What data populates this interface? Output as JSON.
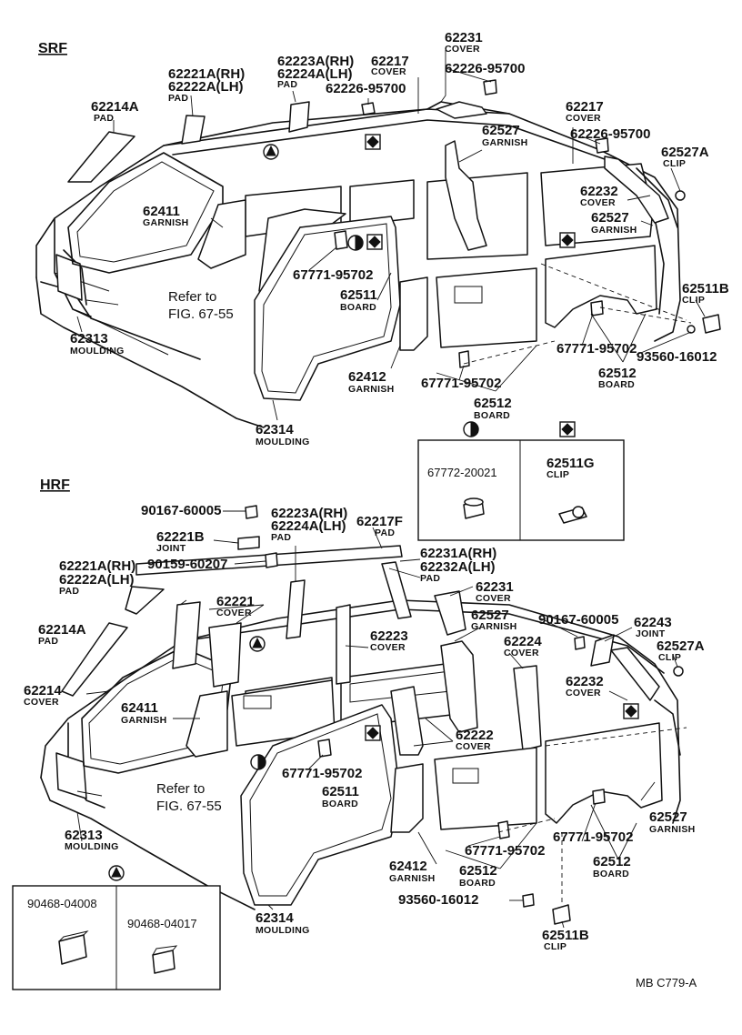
{
  "srf": {
    "section_label": "SRF",
    "labels": {
      "p62231": "62231",
      "p62231_sub": "COVER",
      "p62226_a": "62226-95700",
      "p62217_top": "62217",
      "p62217_top_sub": "COVER",
      "p62223A": "62223A(RH)",
      "p62224A": "62224A(LH)",
      "p62223A_sub": "PAD",
      "p62226_b": "62226-95700",
      "p62221A": "62221A(RH)",
      "p62222A": "62222A(LH)",
      "p62221A_sub": "PAD",
      "p62214A": "62214A",
      "p62214A_sub": "PAD",
      "p62527": "62527",
      "p62527_sub": "GARNISH",
      "p62217_r": "62217",
      "p62217_r_sub": "COVER",
      "p62226_c": "62226-95700",
      "p62527A": "62527A",
      "p62527A_sub": "CLIP",
      "p62232": "62232",
      "p62232_sub": "COVER",
      "p62527_b": "62527",
      "p62527_b_sub": "GARNISH",
      "p62411": "62411",
      "p62411_sub": "GARNISH",
      "p67771_a": "67771-95702",
      "p62511": "62511",
      "p62511_sub": "BOARD",
      "p62511B": "62511B",
      "p62511B_sub": "CLIP",
      "refer1": "Refer to",
      "refer2": "FIG. 67-55",
      "p62313": "62313",
      "p62313_sub": "MOULDING",
      "p67771_b": "67771-95702",
      "p93560": "93560-16012",
      "p62512_r": "62512",
      "p62512_r_sub": "BOARD",
      "p62412": "62412",
      "p62412_sub": "GARNISH",
      "p67771_c": "67771-95702",
      "p62512_b": "62512",
      "p62512_b_sub": "BOARD",
      "p62314": "62314",
      "p62314_sub": "MOULDING"
    }
  },
  "inset_mid": {
    "left_code": "67772-20021",
    "right_code": "62511G",
    "right_sub": "CLIP"
  },
  "hrf": {
    "section_label": "HRF",
    "labels": {
      "p90167_a": "90167-60005",
      "p62223A": "62223A(RH)",
      "p62224A": "62224A(LH)",
      "p62223A_sub": "PAD",
      "p62217F": "62217F",
      "p62217F_sub": "PAD",
      "p62221B": "62221B",
      "p62221B_sub": "JOINT",
      "p90159": "90159-60207",
      "p62231A": "62231A(RH)",
      "p62232A": "62232A(LH)",
      "p62231A_sub": "PAD",
      "p62221A": "62221A(RH)",
      "p62222A": "62222A(LH)",
      "p62221A_sub": "PAD",
      "p62221": "62221",
      "p62221_sub": "COVER",
      "p62231": "62231",
      "p62231_sub": "COVER",
      "p62527": "62527",
      "p62527_sub": "GARNISH",
      "p90167_b": "90167-60005",
      "p62243": "62243",
      "p62243_sub": "JOINT",
      "p62214A": "62214A",
      "p62214A_sub": "PAD",
      "p62223": "62223",
      "p62223_sub": "COVER",
      "p62224": "62224",
      "p62224_sub": "COVER",
      "p62527A": "62527A",
      "p62527A_sub": "CLIP",
      "p62232": "62232",
      "p62232_sub": "COVER",
      "p62214": "62214",
      "p62214_sub": "COVER",
      "p62411": "62411",
      "p62411_sub": "GARNISH",
      "p62222": "62222",
      "p62222_sub": "COVER",
      "p67771_a": "67771-95702",
      "p62511": "62511",
      "p62511_sub": "BOARD",
      "refer1": "Refer to",
      "refer2": "FIG. 67-55",
      "p62313": "62313",
      "p62313_sub": "MOULDING",
      "p67771_b": "67771-95702",
      "p62527_b": "62527",
      "p62527_b_sub": "GARNISH",
      "p67771_c": "67771-95702",
      "p62412": "62412",
      "p62412_sub": "GARNISH",
      "p62512_b": "62512",
      "p62512_b_sub": "BOARD",
      "p62512_r": "62512",
      "p62512_r_sub": "BOARD",
      "p93560": "93560-16012",
      "p62314": "62314",
      "p62314_sub": "MOULDING",
      "p62511B": "62511B",
      "p62511B_sub": "CLIP"
    }
  },
  "inset_bottom": {
    "left_code": "90468-04008",
    "right_code": "90468-04017"
  },
  "figure_code": "MB  C779-A"
}
